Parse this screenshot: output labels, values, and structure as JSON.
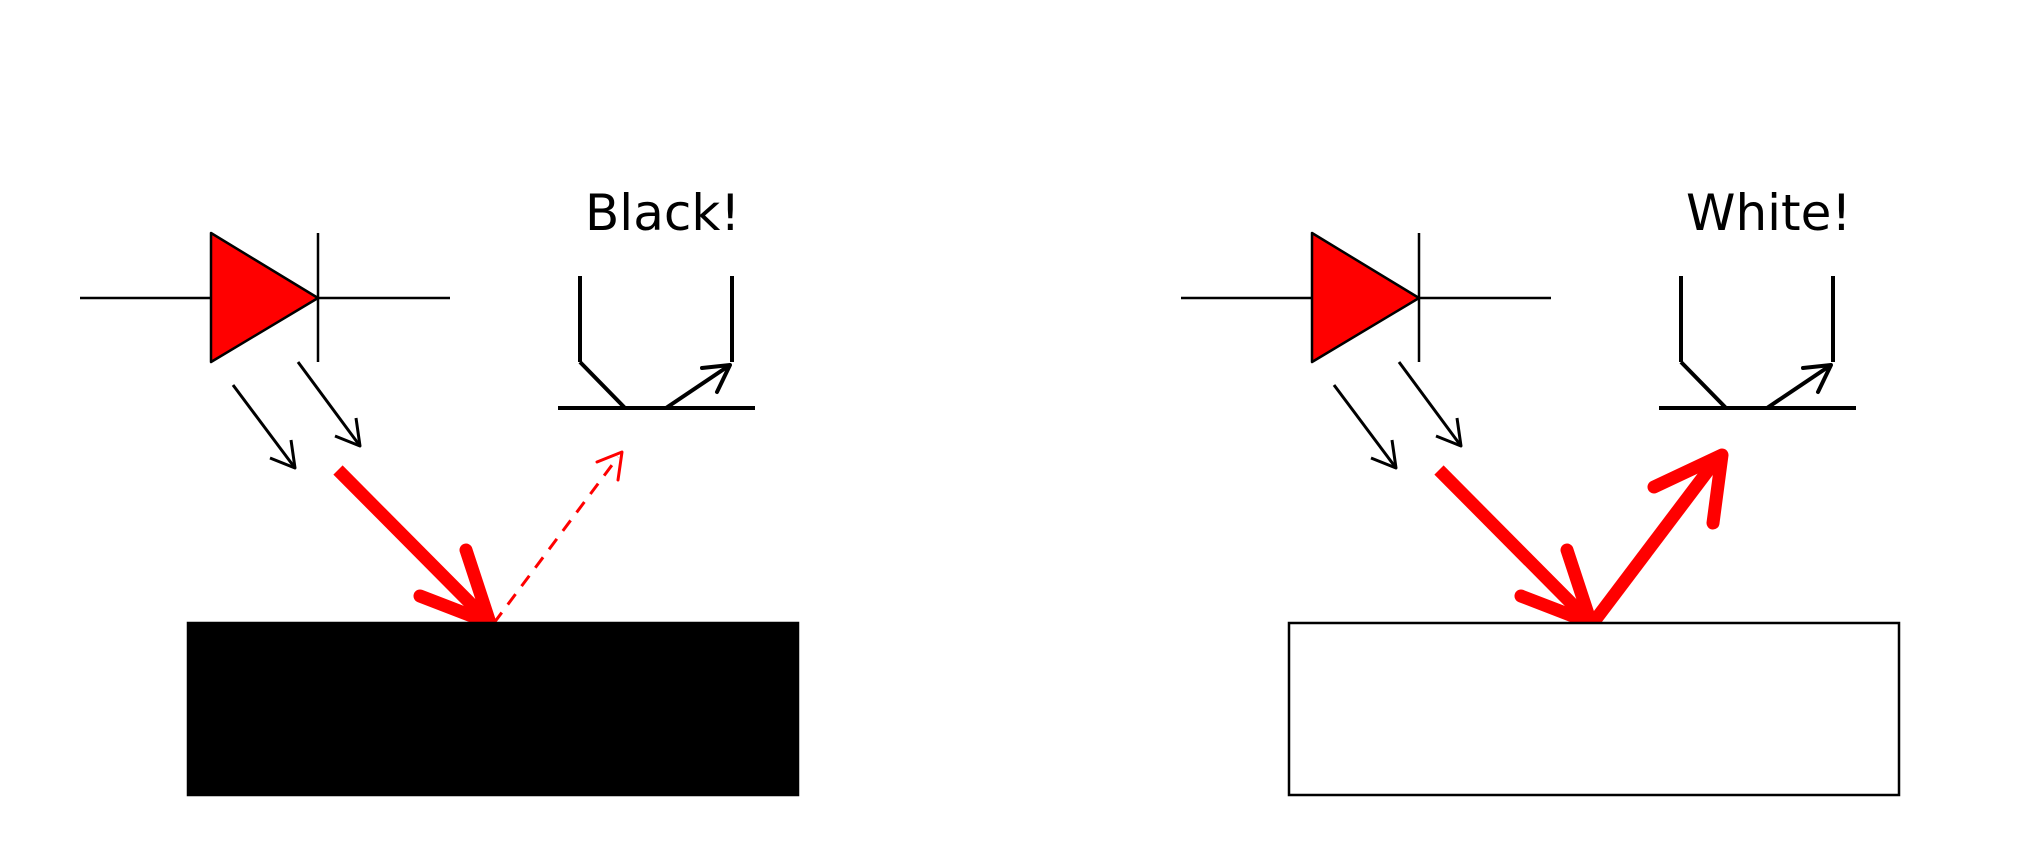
{
  "panels": [
    {
      "id": "black",
      "label": "Black!",
      "surface": "black"
    },
    {
      "id": "white",
      "label": "White!",
      "surface": "white"
    }
  ],
  "colors": {
    "led_fill": "#ff0000",
    "light": "#ff0000",
    "line": "#000000",
    "black_surface": "#000000",
    "white_surface": "#ffffff"
  },
  "icons": {
    "emitter": "led-icon",
    "receiver": "phototransistor-icon"
  }
}
